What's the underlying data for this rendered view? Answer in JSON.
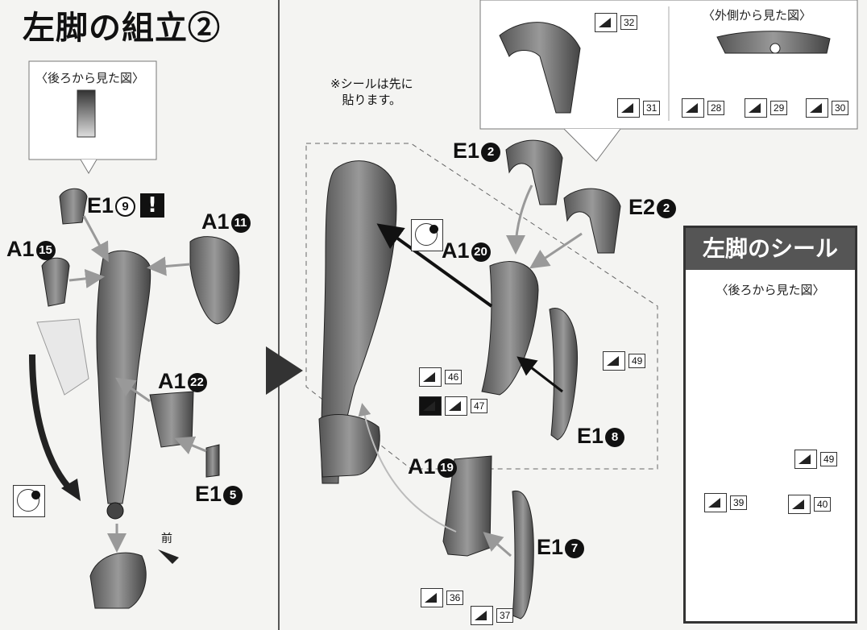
{
  "title": "左脚の組立②",
  "rear_view_label": "〈後ろから見た図〉",
  "outer_view_label": "〈外側から見た図〉",
  "sticker_note": "※シールは先に\n貼ります。",
  "forward_label": "前",
  "parts": {
    "e1_9": {
      "prefix": "E1",
      "num": "9"
    },
    "a1_11": {
      "prefix": "A1",
      "num": "11"
    },
    "a1_15": {
      "prefix": "A1",
      "num": "15"
    },
    "a1_22": {
      "prefix": "A1",
      "num": "22"
    },
    "e1_5": {
      "prefix": "E1",
      "num": "5"
    },
    "e1_2": {
      "prefix": "E1",
      "num": "2"
    },
    "e2_2": {
      "prefix": "E2",
      "num": "2"
    },
    "a1_20": {
      "prefix": "A1",
      "num": "20"
    },
    "e1_8": {
      "prefix": "E1",
      "num": "8"
    },
    "a1_19": {
      "prefix": "A1",
      "num": "19"
    },
    "e1_7": {
      "prefix": "E1",
      "num": "7"
    }
  },
  "stickers": {
    "s32": "32",
    "s31": "31",
    "s28": "28",
    "s29": "29",
    "s30": "30",
    "s46": "46",
    "s47": "47",
    "s49": "49",
    "s36": "36",
    "s37": "37",
    "p49": "49",
    "p39": "39",
    "p40": "40"
  },
  "seal_panel": {
    "title": "左脚のシール",
    "view_label": "〈後ろから見た図〉"
  },
  "icons": {
    "warning": "exclamation-icon",
    "rotate": "rotate-arrows-icon",
    "hole": "hole-icon"
  }
}
